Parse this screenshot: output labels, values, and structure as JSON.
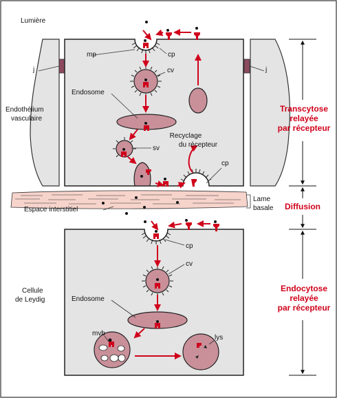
{
  "labels": {
    "lumiere": "Lumière",
    "mp": "mp",
    "j_left": "j",
    "j_right": "j",
    "cp_top": "cp",
    "cv_top": "cv",
    "endosome_top": "Endosome",
    "endothelium_1": "Endothélium",
    "endothelium_2": "vasculaire",
    "sv": "sv",
    "recyclage_1": "Recyclage",
    "recyclage_2": "du récepteur",
    "cp_recycle": "cp",
    "lame_1": "Lame",
    "lame_2": "basale",
    "espace": "Espace interstitiel",
    "cp_bottom": "cp",
    "cv_bottom": "cv",
    "cellule_1": "Cellule",
    "cellule_2": "de Leydig",
    "endosome_bottom": "Endosome",
    "mvb": "mvb",
    "lys": "lys"
  },
  "phases": {
    "transcytose": [
      "Transcytose",
      "relayée",
      "par récepteur"
    ],
    "diffusion": "Diffusion",
    "endocytose": [
      "Endocytose",
      "relayée",
      "par récepteur"
    ]
  },
  "colors": {
    "cell": "#e4e4e4",
    "organelle": "#c9909a",
    "receptor": "#d0021b",
    "arrow": "#d0021b",
    "lamina": "#f6d3cb",
    "junction": "#8c4a5e",
    "phase_text": "#d0021b"
  }
}
